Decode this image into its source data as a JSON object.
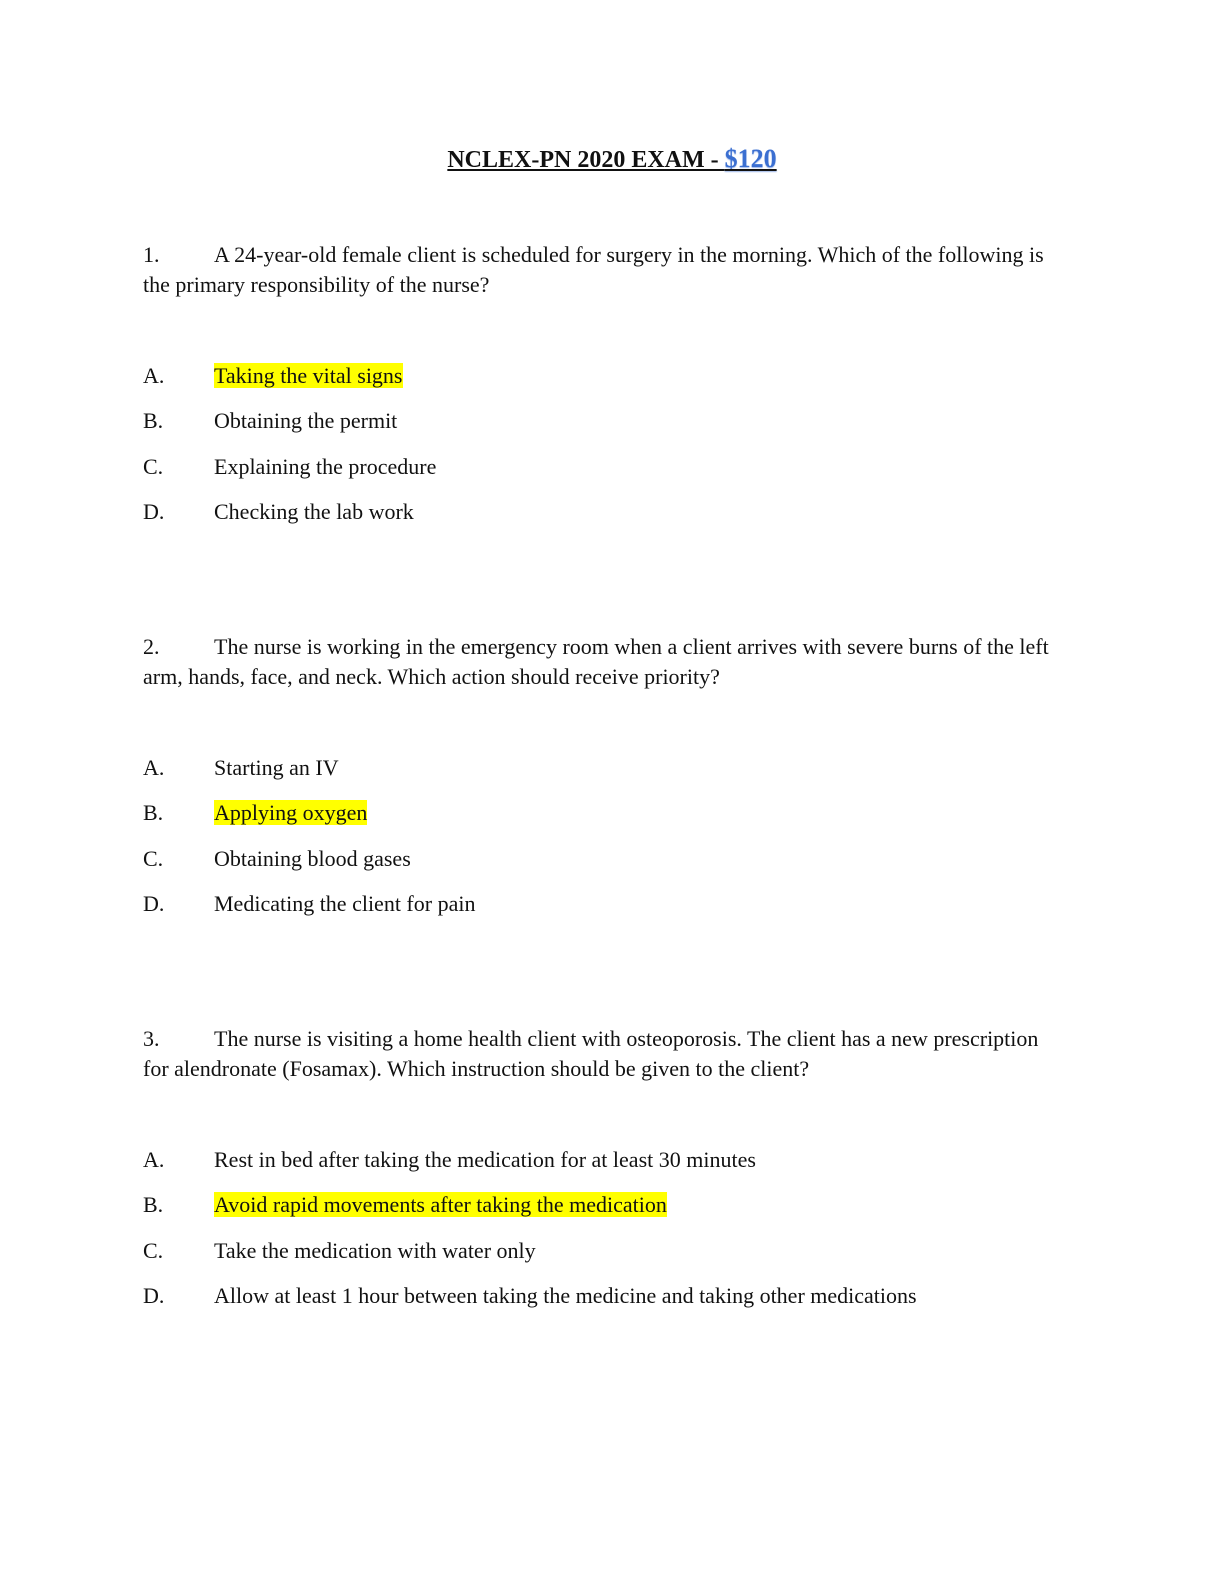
{
  "title": {
    "text": "NCLEX-PN 2020 EXAM - ",
    "price": "$120",
    "price_color": "#3b6fd1"
  },
  "highlight_color": "#ffff00",
  "questions": [
    {
      "number": "1.",
      "text": "A 24-year-old female client is scheduled for surgery in the morning. Which of the following is the primary responsibility of the nurse?",
      "options": [
        {
          "letter": "A.",
          "text": "Taking the vital signs",
          "highlighted": true
        },
        {
          "letter": "B.",
          "text": "Obtaining the permit",
          "highlighted": false
        },
        {
          "letter": "C.",
          "text": "Explaining the procedure",
          "highlighted": false
        },
        {
          "letter": "D.",
          "text": "Checking the lab work",
          "highlighted": false
        }
      ]
    },
    {
      "number": "2.",
      "text": "The nurse is working in the emergency room when a client arrives with severe burns of the left arm, hands, face, and neck. Which action should receive priority?",
      "options": [
        {
          "letter": "A.",
          "text": "Starting an IV",
          "highlighted": false
        },
        {
          "letter": "B.",
          "text": "Applying oxygen",
          "highlighted": true
        },
        {
          "letter": "C.",
          "text": "Obtaining blood gases",
          "highlighted": false
        },
        {
          "letter": "D.",
          "text": "Medicating the client for pain",
          "highlighted": false
        }
      ]
    },
    {
      "number": "3.",
      "text": "The nurse is visiting a home health client with osteoporosis. The client has a new prescription for alendronate (Fosamax). Which instruction should be given to the client?",
      "options": [
        {
          "letter": "A.",
          "text": "Rest in bed after taking the medication for at least 30 minutes",
          "highlighted": false
        },
        {
          "letter": "B.",
          "text": "Avoid rapid movements after taking the medication",
          "highlighted": true
        },
        {
          "letter": "C.",
          "text": "Take the medication with water only",
          "highlighted": false
        },
        {
          "letter": "D.",
          "text": "Allow at least 1 hour between taking the medicine and taking other medications",
          "highlighted": false
        }
      ]
    }
  ]
}
